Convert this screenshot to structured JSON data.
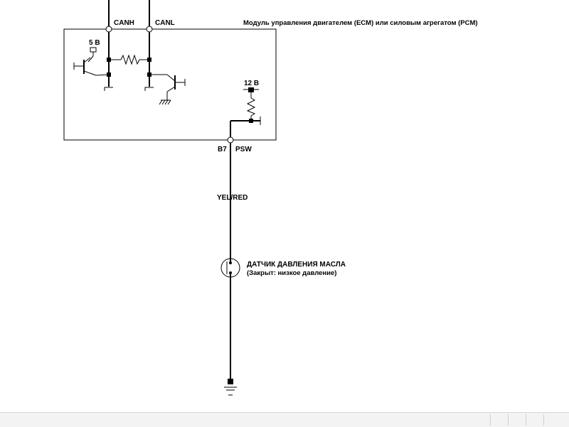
{
  "diagram": {
    "module_title": "Модуль управления двигателем (ECM) или силовым агрегатом (PCM)",
    "pin_canh": "CANH",
    "pin_canl": "CANL",
    "supply_5v": "5 В",
    "supply_12v": "12 В",
    "pin_number": "B7",
    "pin_name": "PSW",
    "wire_color": "YEL/RED",
    "sensor_name": "ДАТЧИК ДАВЛЕНИЯ МАСЛА",
    "sensor_note": "(Закрыт: низкое давление)"
  }
}
